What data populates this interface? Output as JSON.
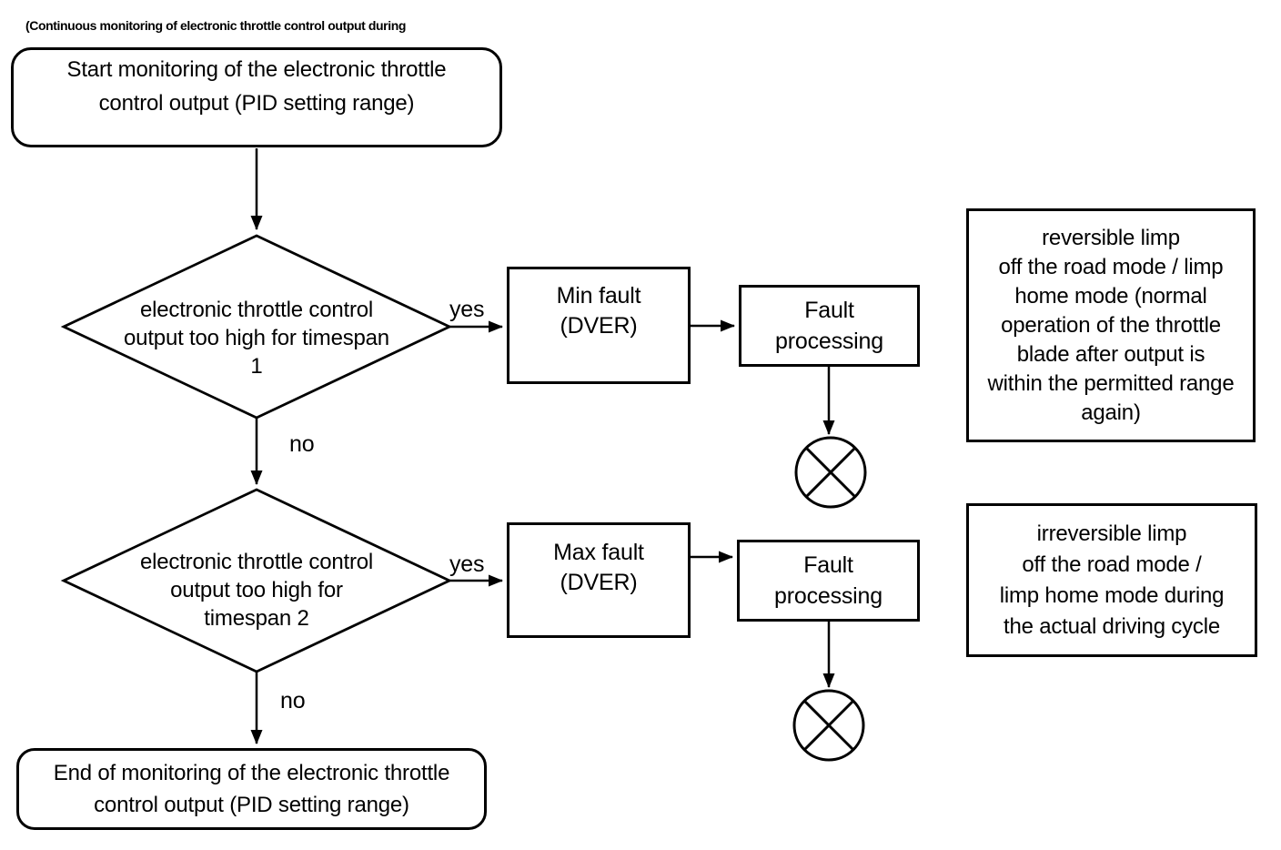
{
  "caption": "(Continuous monitoring of electronic throttle control output during",
  "colors": {
    "ink": "#000000",
    "paper": "#ffffff"
  },
  "flow": {
    "start": {
      "lines": [
        "Start monitoring of the electronic throttle",
        "control output (PID setting range)"
      ]
    },
    "decision1": {
      "lines": [
        "electronic throttle control",
        "output too high for timespan",
        "1"
      ],
      "yes_label": "yes",
      "no_label": "no"
    },
    "min_fault": {
      "lines": [
        "Min fault",
        "(DVER)"
      ]
    },
    "fault_processing1": {
      "lines": [
        "Fault",
        "processing"
      ]
    },
    "terminator1": {
      "symbol": "circle-x-connector"
    },
    "decision2": {
      "lines": [
        "electronic throttle control",
        "output too high for",
        "timespan 2"
      ],
      "yes_label": "yes",
      "no_label": "no"
    },
    "max_fault": {
      "lines": [
        "Max fault",
        "(DVER)"
      ]
    },
    "fault_processing2": {
      "lines": [
        "Fault",
        "processing"
      ]
    },
    "terminator2": {
      "symbol": "circle-x-connector"
    },
    "end": {
      "lines": [
        "End of monitoring of the electronic throttle",
        "control output (PID setting range)"
      ]
    }
  },
  "notes": {
    "reversible": {
      "lines": [
        "reversible limp",
        "off the road mode / limp",
        "home mode (normal",
        "operation of the throttle",
        "blade after output is",
        "within the permitted range",
        "again)"
      ]
    },
    "irreversible": {
      "lines": [
        "irreversible limp",
        "off the road mode /",
        "limp home mode during",
        "the actual driving cycle"
      ]
    }
  }
}
